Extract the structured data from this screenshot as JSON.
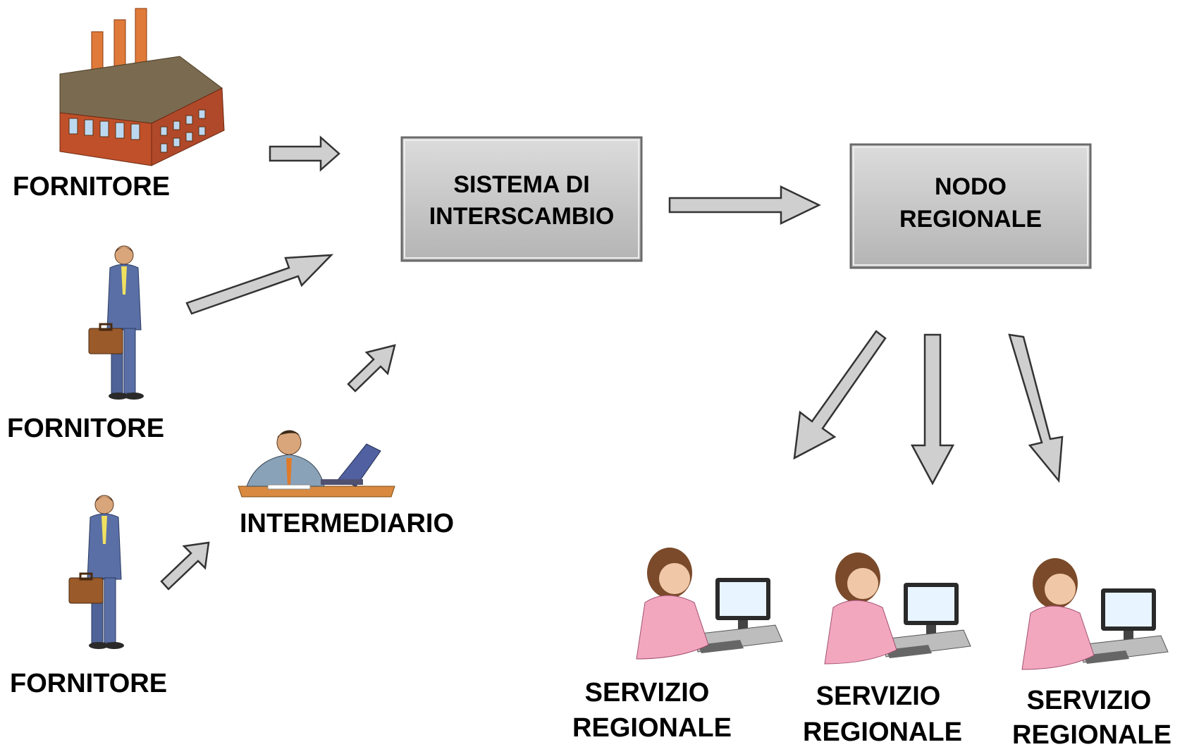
{
  "diagram": {
    "sources": [
      {
        "label": "FORNITORE",
        "icon": "factory-icon"
      },
      {
        "label": "FORNITORE",
        "icon": "businessman-icon"
      },
      {
        "label": "FORNITORE",
        "icon": "businessman-icon"
      }
    ],
    "intermediary": {
      "label": "INTERMEDIARIO",
      "icon": "office-worker-icon"
    },
    "exchange_system": {
      "line1": "SISTEMA DI",
      "line2": "INTERSCAMBIO"
    },
    "regional_node": {
      "line1": "NODO",
      "line2": "REGIONALE"
    },
    "regional_services": [
      {
        "line1": "SERVIZIO",
        "line2": "REGIONALE",
        "icon": "computer-operator-icon"
      },
      {
        "line1": "SERVIZIO",
        "line2": "REGIONALE",
        "icon": "computer-operator-icon"
      },
      {
        "line1": "SERVIZIO",
        "line2": "REGIONALE",
        "icon": "computer-operator-icon"
      }
    ],
    "colors": {
      "box_fill": "#c4c4c4",
      "arrow_fill": "#cfcfcf",
      "arrow_stroke": "#333333",
      "factory_wall": "#c0502a",
      "suit": "#5a6fa6",
      "operator_shirt": "#f3a7bf"
    }
  }
}
